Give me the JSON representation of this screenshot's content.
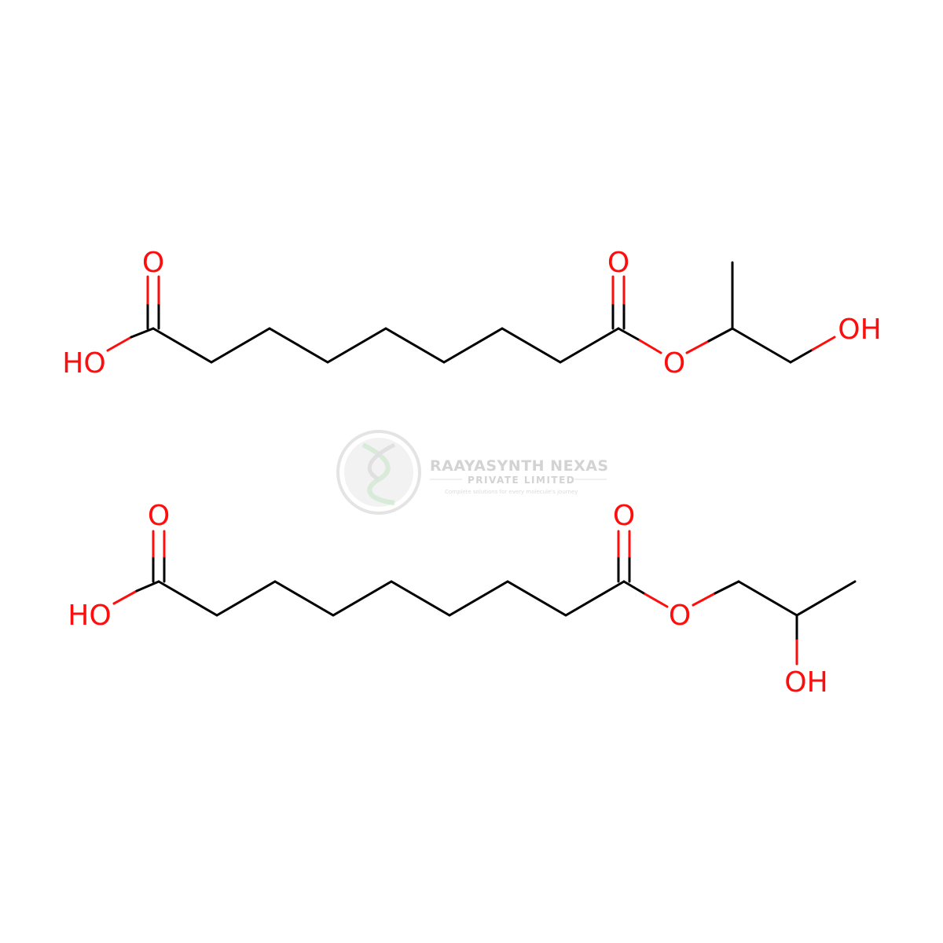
{
  "watermark": {
    "title": "RAAYASYNTH NEXAS",
    "subtitle": "PRIVATE LIMITED",
    "tagline": "Complete solutions for every molecule's journey"
  },
  "molecules": [
    {
      "labels": {
        "acid_oxo": "O",
        "acid_oh": "HO",
        "ester_oxo": "O",
        "ester_o": "O",
        "alcohol_oh": "OH"
      }
    },
    {
      "labels": {
        "acid_oxo": "O",
        "acid_oh": "HO",
        "ester_oxo": "O",
        "ester_o": "O",
        "alcohol_oh": "OH"
      }
    }
  ],
  "colors": {
    "heteroatom": "#ff0d0d",
    "bond": "#000000",
    "watermark": "#d3d3d3"
  }
}
